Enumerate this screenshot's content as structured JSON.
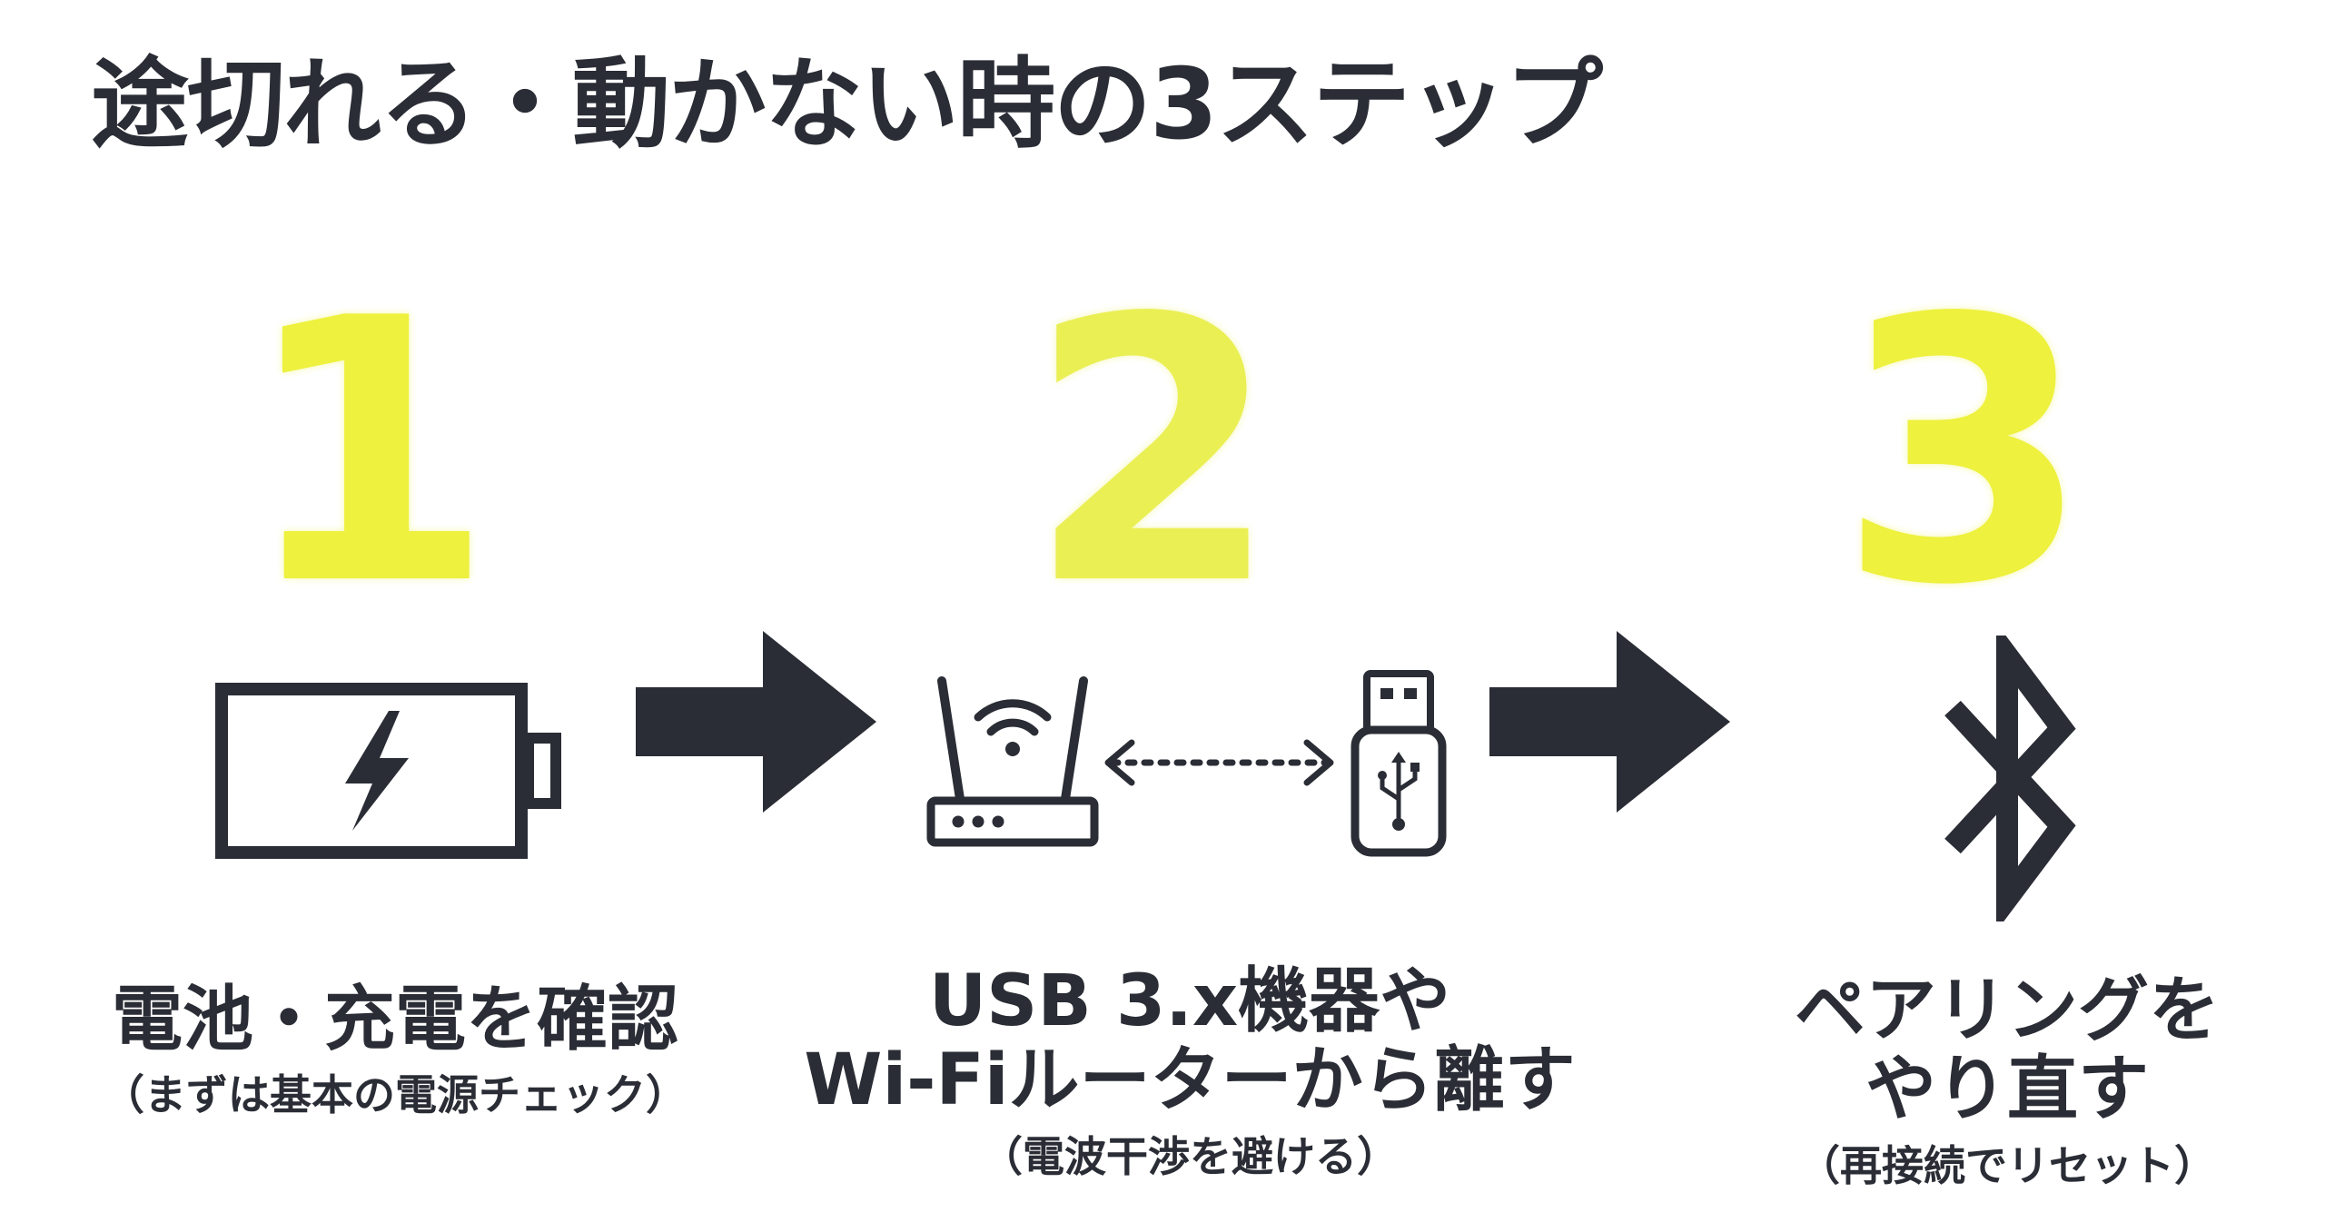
{
  "title": "途切れる・動かない時の3ステップ",
  "steps": [
    {
      "number": "1",
      "icon": "battery-charging-icon",
      "label_lines": [
        "電池・充電を確認"
      ],
      "sub": "（まずは基本の電源チェック）"
    },
    {
      "number": "2",
      "icon": "router-and-usb-icon",
      "label_lines": [
        "USB 3.x機器や",
        "Wi-Fiルーターから離す"
      ],
      "sub": "（電波干渉を避ける）"
    },
    {
      "number": "3",
      "icon": "bluetooth-icon",
      "label_lines": [
        "ペアリングを",
        "やり直す"
      ],
      "sub": "（再接続でリセット）"
    }
  ],
  "colors": {
    "number": "#eef13d",
    "ink": "#2a2d35",
    "background": "#ffffff"
  }
}
